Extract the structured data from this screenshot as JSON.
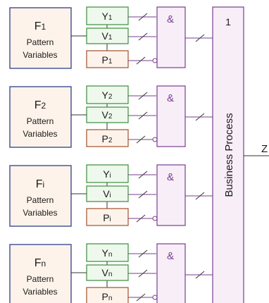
{
  "factors": [
    {
      "name": "F",
      "sub": "1",
      "label_line1": "Pattern",
      "label_line2": "Variables",
      "y": {
        "name": "Y",
        "sub": "1"
      },
      "v": {
        "name": "V",
        "sub": "1"
      },
      "p": {
        "name": "P",
        "sub": "1"
      }
    },
    {
      "name": "F",
      "sub": "2",
      "label_line1": "Pattern",
      "label_line2": "Variables",
      "y": {
        "name": "Y",
        "sub": "2"
      },
      "v": {
        "name": "V",
        "sub": "2"
      },
      "p": {
        "name": "P",
        "sub": "2"
      }
    },
    {
      "name": "F",
      "sub": "i",
      "label_line1": "Pattern",
      "label_line2": "Variables",
      "y": {
        "name": "Y",
        "sub": "i"
      },
      "v": {
        "name": "V",
        "sub": "i"
      },
      "p": {
        "name": "P",
        "sub": "i"
      }
    },
    {
      "name": "F",
      "sub": "n",
      "label_line1": "Pattern",
      "label_line2": "Variables",
      "y": {
        "name": "Y",
        "sub": "n"
      },
      "v": {
        "name": "V",
        "sub": "n"
      },
      "p": {
        "name": "P",
        "sub": "n"
      }
    }
  ],
  "gate_symbol": "&",
  "process": {
    "label": "Business Process",
    "count": "1"
  },
  "output": "Z",
  "colors": {
    "factor_fill": "#fdf3ea",
    "factor_border": "#2e3f8c",
    "yv_fill": "#eef8ec",
    "yv_border": "#3b8c3b",
    "p_fill": "#fdf3ea",
    "p_border": "#a0522d",
    "purple": "#7a3d8f",
    "purple_fill": "#f7eef8",
    "line": "#7a3d8f"
  }
}
